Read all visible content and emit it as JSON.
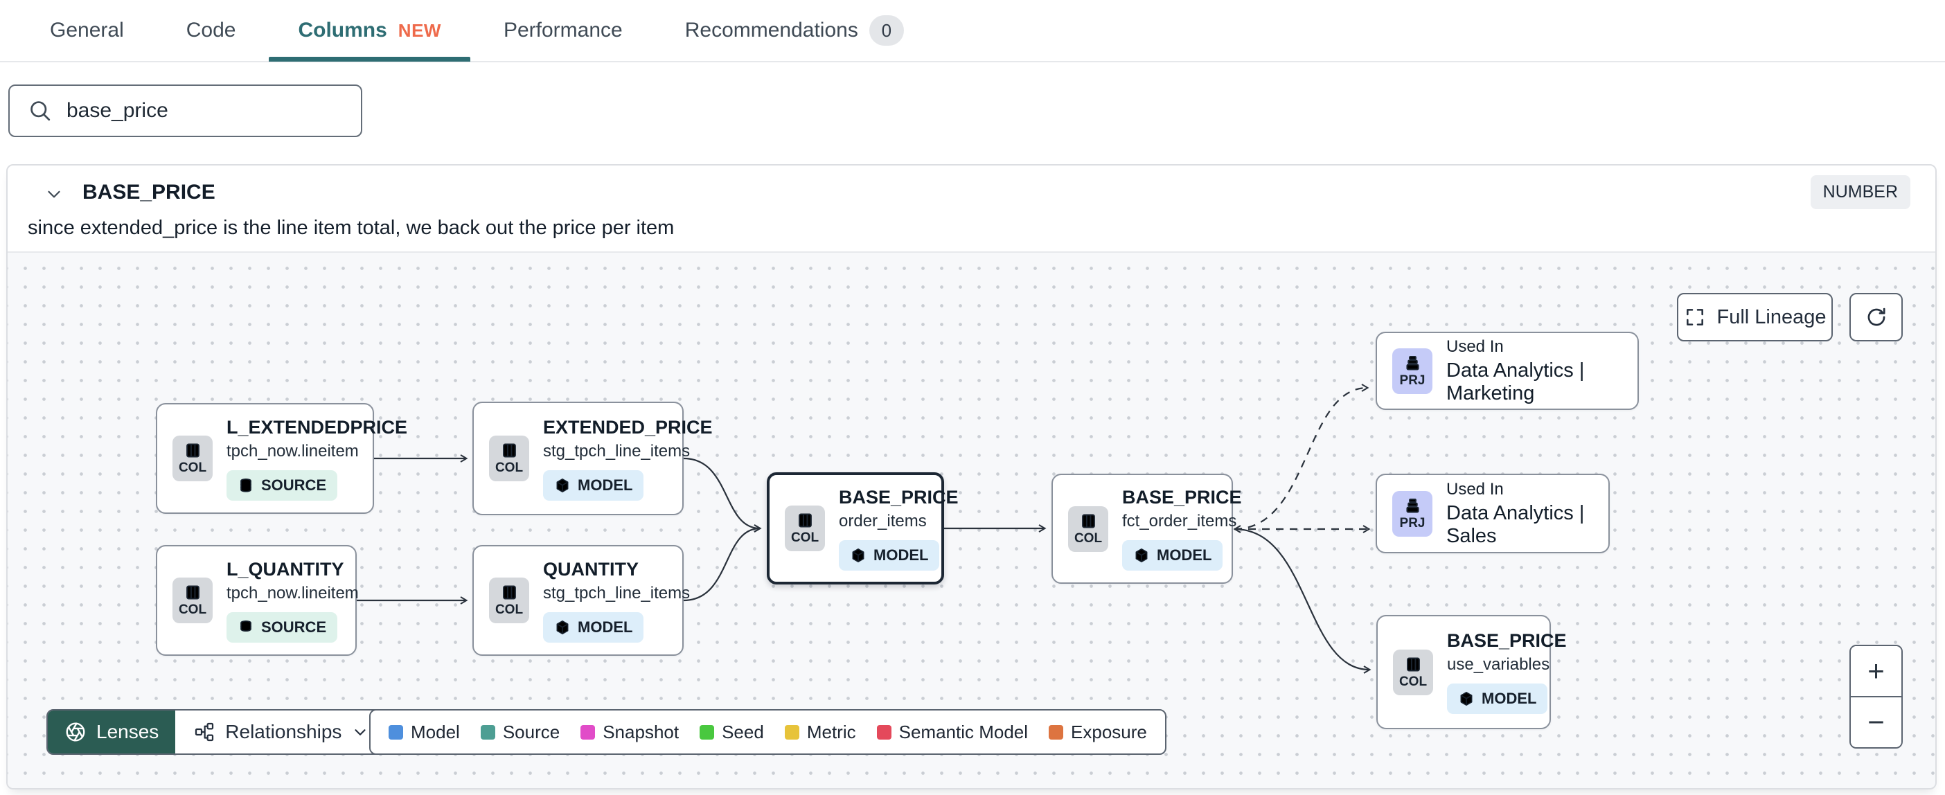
{
  "colors": {
    "active_tab": "#2e6d73",
    "new_badge": "#ee6a4b",
    "lenses_bg": "#2b5c53",
    "model_pill_bg": "#ddeefa",
    "source_pill_bg": "#def2eb",
    "col_badge_bg": "#d5d8dc",
    "prj_badge_bg": "#c5cbf8"
  },
  "tabs": {
    "items": [
      {
        "label": "General"
      },
      {
        "label": "Code"
      },
      {
        "label": "Columns",
        "badge": "NEW"
      },
      {
        "label": "Performance"
      },
      {
        "label": "Recommendations",
        "badge": "0"
      }
    ]
  },
  "search": {
    "value": "base_price"
  },
  "column_panel": {
    "name": "BASE_PRICE",
    "data_type": "NUMBER",
    "description": "since extended_price is the line item total, we back out the price per item"
  },
  "canvas": {
    "buttons": {
      "full_lineage": "Full Lineage"
    },
    "zoom_controls": {
      "zoom_in": "+",
      "zoom_out": "−"
    },
    "toolbar": {
      "lenses": "Lenses",
      "relationships": "Relationships"
    },
    "legend": {
      "items": [
        {
          "label": "Model",
          "color": "#4e8fdd"
        },
        {
          "label": "Source",
          "color": "#4d9e93"
        },
        {
          "label": "Snapshot",
          "color": "#e14cc8"
        },
        {
          "label": "Seed",
          "color": "#49c83f"
        },
        {
          "label": "Metric",
          "color": "#e7c33a"
        },
        {
          "label": "Semantic Model",
          "color": "#e4495b"
        },
        {
          "label": "Exposure",
          "color": "#dd7440"
        }
      ]
    },
    "nodes": [
      {
        "kind": "COL",
        "title": "L_EXTENDEDPRICE",
        "subtitle": "tpch_now.lineitem",
        "badge": "SOURCE"
      },
      {
        "kind": "COL",
        "title": "EXTENDED_PRICE",
        "subtitle": "stg_tpch_line_items",
        "badge": "MODEL"
      },
      {
        "kind": "COL",
        "title": "L_QUANTITY",
        "subtitle": "tpch_now.lineitem",
        "badge": "SOURCE"
      },
      {
        "kind": "COL",
        "title": "QUANTITY",
        "subtitle": "stg_tpch_line_items",
        "badge": "MODEL"
      },
      {
        "kind": "COL",
        "title": "BASE_PRICE",
        "subtitle": "order_items",
        "badge": "MODEL"
      },
      {
        "kind": "COL",
        "title": "BASE_PRICE",
        "subtitle": "fct_order_items",
        "badge": "MODEL"
      },
      {
        "kind": "PRJ",
        "title": "Used In",
        "subtitle": "Data Analytics | Marketing"
      },
      {
        "kind": "PRJ",
        "title": "Used In",
        "subtitle": "Data Analytics | Sales"
      },
      {
        "kind": "COL",
        "title": "BASE_PRICE",
        "subtitle": "use_variables",
        "badge": "MODEL"
      }
    ]
  }
}
